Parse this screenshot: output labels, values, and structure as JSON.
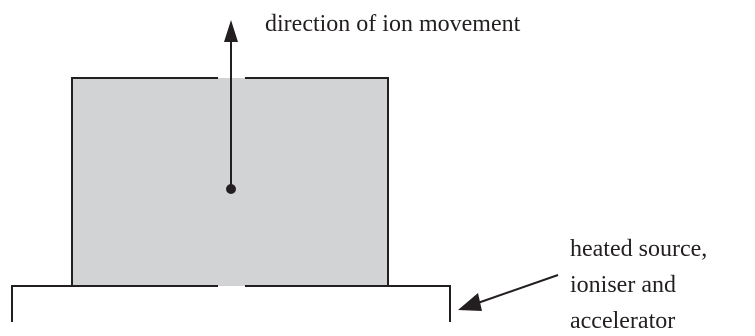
{
  "diagram": {
    "labels": {
      "direction": "direction of ion movement",
      "source": [
        "heated source,",
        "ioniser and",
        "accelerator"
      ]
    },
    "colors": {
      "chamber_fill": "#d1d3d4",
      "stroke": "#231f20",
      "background": "#ffffff"
    }
  }
}
